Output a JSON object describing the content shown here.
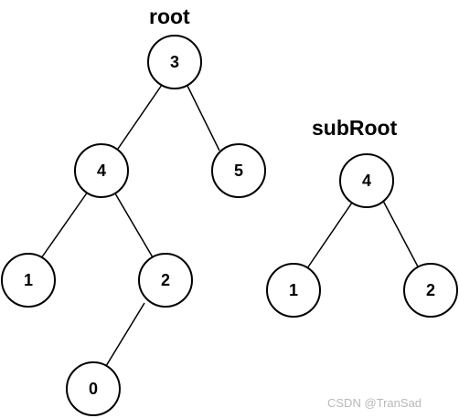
{
  "diagram": {
    "root_title": "root",
    "subroot_title": "subRoot",
    "watermark": "CSDN @TranSad",
    "root_nodes": [
      "3",
      "4",
      "5",
      "1",
      "2",
      "0"
    ],
    "subroot_nodes": [
      "4",
      "1",
      "2"
    ]
  }
}
